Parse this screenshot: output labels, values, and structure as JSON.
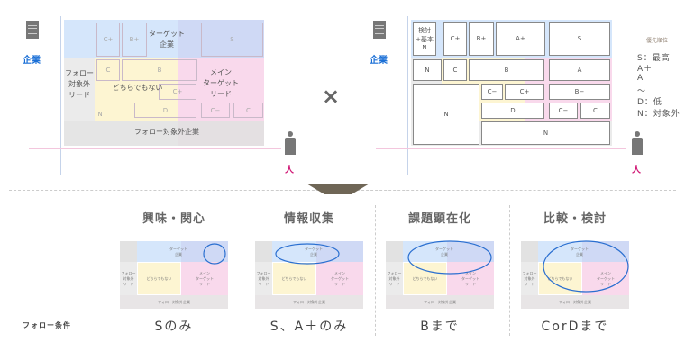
{
  "axes": {
    "company": "企業",
    "person": "人"
  },
  "left_matrix": {
    "zones": {
      "target": "ターゲット\n企業",
      "follow_out_lead": "フォロー\n対象外\nリード",
      "neither": "どちらでもない",
      "main_target": "メイン\nターゲット\nリード",
      "follow_out_company": "フォロー対象外企業"
    },
    "faint_cells": [
      "C+",
      "B+",
      "S",
      "C",
      "B",
      "C+",
      "D",
      "C−",
      "C",
      "N"
    ]
  },
  "right_matrix": {
    "cells": [
      {
        "label": "検討\n+基本N"
      },
      {
        "label": "C+"
      },
      {
        "label": "B+"
      },
      {
        "label": "A+"
      },
      {
        "label": "S"
      },
      {
        "label": "N"
      },
      {
        "label": "C"
      },
      {
        "label": "B"
      },
      {
        "label": "A"
      },
      {
        "label": "N"
      },
      {
        "label": "C−"
      },
      {
        "label": "C+"
      },
      {
        "label": "B−"
      },
      {
        "label": "D"
      },
      {
        "label": "C−"
      },
      {
        "label": "C"
      },
      {
        "label": "N"
      }
    ]
  },
  "priority_legend": {
    "title": "優先順位",
    "items": [
      "S：最高",
      "A＋",
      "A",
      "〜",
      "D：低",
      "N：対象外"
    ]
  },
  "operator": "×",
  "stages": [
    {
      "title": "興味・関心",
      "condition": "Sのみ"
    },
    {
      "title": "情報収集",
      "condition": "S、A＋のみ"
    },
    {
      "title": "課題顕在化",
      "condition": "Bまで"
    },
    {
      "title": "比較・検討",
      "condition": "CorDまで"
    }
  ],
  "follow_condition_label": "フォロー条件",
  "thumb_labels": {
    "target": "ターゲット\n企業",
    "lead": "フォロー\n対象外\nリード",
    "neither": "どちらでもない",
    "main": "メイン\nターゲット\nリード",
    "bottom": "フォロー対象外企業"
  },
  "colors": {
    "blue": "#d5e6fb",
    "blue_dark": "#cfd9f5",
    "yellow": "#fdf5d2",
    "pink": "#f9d9ec",
    "gray": "#e8e8e8",
    "ellipse": "#2a6fd0",
    "company": "#1a6fd6",
    "person": "#d01875"
  }
}
